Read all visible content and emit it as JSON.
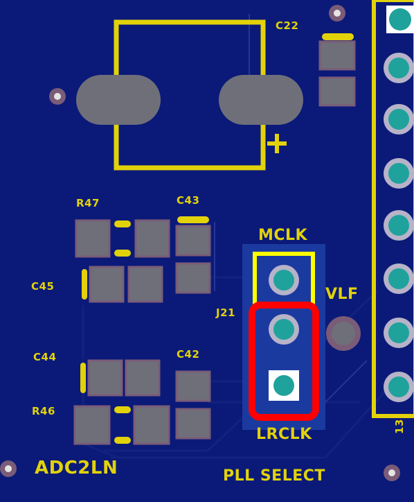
{
  "board": {
    "labels": {
      "c22": "C22",
      "r47": "R47",
      "c43": "C43",
      "c45": "C45",
      "c44": "C44",
      "c42": "C42",
      "r46": "R46",
      "mclk": "MCLK",
      "vlf": "VLF",
      "j21": "J21",
      "lrclk": "LRCLK",
      "adc2ln": "ADC2LN",
      "pll_select": "PLL SELECT",
      "plus": "+",
      "header_num": "13"
    },
    "colors": {
      "board": "#0b1a78",
      "silkscreen": "#e2d20a",
      "copper_pad": "#6f6f7a",
      "pad_ring": "#b7b3c8",
      "highlight": "#ff0000",
      "hole": "#1fa29b"
    }
  }
}
